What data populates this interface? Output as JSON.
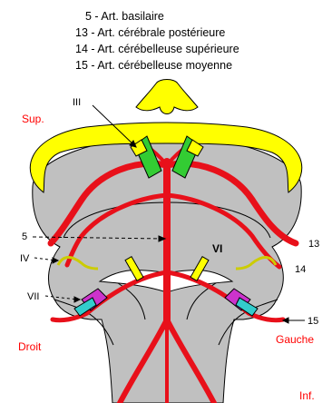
{
  "legend": [
    "5 - Art. basilaire",
    "13 - Art. cérébrale postérieure",
    "14 - Art. cérébelleuse supérieure",
    "15 - Art. cérébelleuse moyenne"
  ],
  "labels": {
    "sup": "Sup.",
    "droit": "Droit",
    "gauche": "Gauche",
    "inf": "Inf.",
    "n3": "III",
    "n4": "IV",
    "n6": "VI",
    "n7": "VII",
    "a5": "5",
    "a13": "13",
    "a14": "14",
    "a15": "15"
  },
  "colors": {
    "artery": "#e8101a",
    "artery_dark": "#8a0000",
    "tissue": "#c0c0c0",
    "outline": "#000000",
    "bone": "#ffff00",
    "nerve_green": "#33cc33",
    "nerve_magenta": "#cc33cc",
    "nerve_cyan": "#33cccc",
    "direction_label": "#ff0000"
  }
}
